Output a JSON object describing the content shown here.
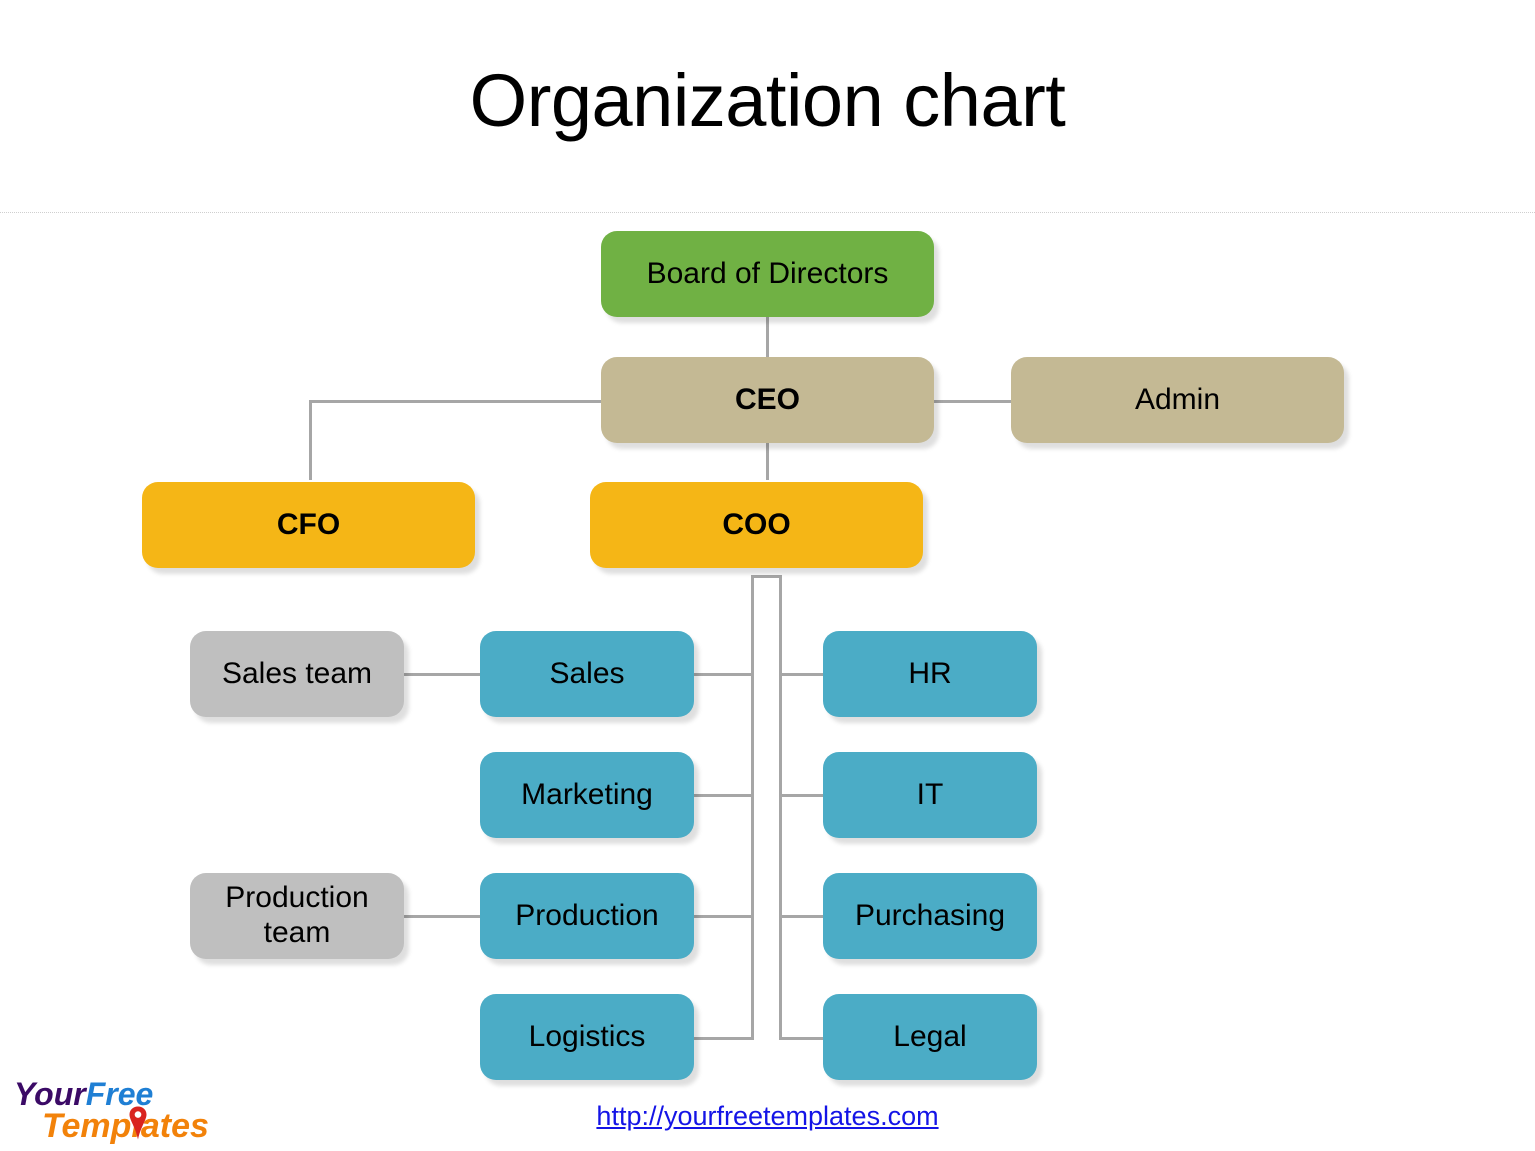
{
  "title": "Organization chart",
  "footer": {
    "url_text": "http://yourfreetemplates.com"
  },
  "logo": {
    "word1": "Your",
    "word2": "Free",
    "word3": "Templates",
    "pin_icon": "map-pin-icon"
  },
  "colors": {
    "green": "#70B144",
    "tan": "#C4B994",
    "amber": "#F5B616",
    "blue": "#4BACC6",
    "gray": "#BFBFBF",
    "connector": "#A6A6A6",
    "link": "#1414E6"
  },
  "chart_data": {
    "type": "diagram",
    "diagram_type": "organization-chart",
    "title": "Organization chart",
    "nodes": [
      {
        "id": "board",
        "label": "Board of Directors",
        "color": "#70B144",
        "bold": false,
        "level": 0
      },
      {
        "id": "ceo",
        "label": "CEO",
        "color": "#C4B994",
        "bold": true,
        "level": 1
      },
      {
        "id": "admin",
        "label": "Admin",
        "color": "#C4B994",
        "bold": false,
        "level": 1
      },
      {
        "id": "cfo",
        "label": "CFO",
        "color": "#F5B616",
        "bold": true,
        "level": 2
      },
      {
        "id": "coo",
        "label": "COO",
        "color": "#F5B616",
        "bold": true,
        "level": 2
      },
      {
        "id": "sales",
        "label": "Sales",
        "color": "#4BACC6",
        "bold": false,
        "level": 3
      },
      {
        "id": "marketing",
        "label": "Marketing",
        "color": "#4BACC6",
        "bold": false,
        "level": 3
      },
      {
        "id": "production",
        "label": "Production",
        "color": "#4BACC6",
        "bold": false,
        "level": 3
      },
      {
        "id": "logistics",
        "label": "Logistics",
        "color": "#4BACC6",
        "bold": false,
        "level": 3
      },
      {
        "id": "hr",
        "label": "HR",
        "color": "#4BACC6",
        "bold": false,
        "level": 3
      },
      {
        "id": "it",
        "label": "IT",
        "color": "#4BACC6",
        "bold": false,
        "level": 3
      },
      {
        "id": "purchasing",
        "label": "Purchasing",
        "color": "#4BACC6",
        "bold": false,
        "level": 3
      },
      {
        "id": "legal",
        "label": "Legal",
        "color": "#4BACC6",
        "bold": false,
        "level": 3
      },
      {
        "id": "sales_team",
        "label": "Sales team",
        "color": "#BFBFBF",
        "bold": false,
        "level": 4
      },
      {
        "id": "production_team",
        "label": "Production team",
        "color": "#BFBFBF",
        "bold": false,
        "level": 4
      }
    ],
    "edges": [
      {
        "from": "board",
        "to": "ceo"
      },
      {
        "from": "ceo",
        "to": "admin"
      },
      {
        "from": "ceo",
        "to": "cfo"
      },
      {
        "from": "ceo",
        "to": "coo"
      },
      {
        "from": "coo",
        "to": "sales"
      },
      {
        "from": "coo",
        "to": "marketing"
      },
      {
        "from": "coo",
        "to": "production"
      },
      {
        "from": "coo",
        "to": "logistics"
      },
      {
        "from": "coo",
        "to": "hr"
      },
      {
        "from": "coo",
        "to": "it"
      },
      {
        "from": "coo",
        "to": "purchasing"
      },
      {
        "from": "coo",
        "to": "legal"
      },
      {
        "from": "sales",
        "to": "sales_team"
      },
      {
        "from": "production",
        "to": "production_team"
      }
    ]
  },
  "nodes": {
    "board": {
      "label": "Board of Directors"
    },
    "ceo": {
      "label": "CEO"
    },
    "admin": {
      "label": "Admin"
    },
    "cfo": {
      "label": "CFO"
    },
    "coo": {
      "label": "COO"
    },
    "sales": {
      "label": "Sales"
    },
    "marketing": {
      "label": "Marketing"
    },
    "production": {
      "label": "Production"
    },
    "logistics": {
      "label": "Logistics"
    },
    "hr": {
      "label": "HR"
    },
    "it": {
      "label": "IT"
    },
    "purchasing": {
      "label": "Purchasing"
    },
    "legal": {
      "label": "Legal"
    },
    "sales_team": {
      "label": "Sales team"
    },
    "production_team": {
      "label": "Production team"
    }
  }
}
